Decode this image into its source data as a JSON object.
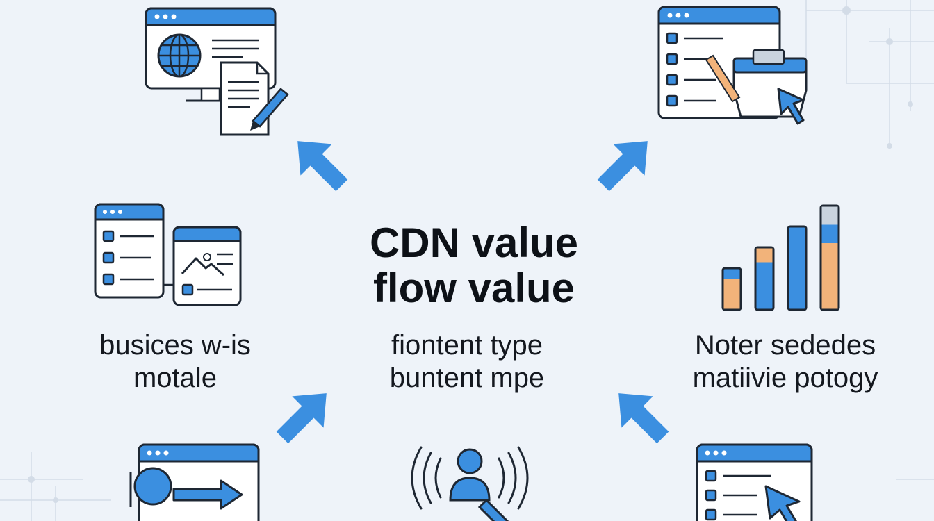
{
  "center": {
    "title_line1": "CDN value",
    "title_line2": "flow value",
    "subtitle_line1": "fiontent type",
    "subtitle_line2": "buntent mpe"
  },
  "left": {
    "line1": "busices w-is",
    "line2": "motale"
  },
  "right": {
    "line1": "Noter sededes",
    "line2": "matiivie potogy"
  },
  "colors": {
    "accent_blue": "#3b8fe0",
    "stroke": "#1e2733",
    "orange": "#f2b37a",
    "background": "#eef3f9"
  },
  "chart_data": {
    "type": "bar",
    "series": [
      {
        "name": "",
        "values": [
          2,
          3,
          4,
          5
        ],
        "color": "#3b8fe0"
      },
      {
        "name": "",
        "values": [
          1.5,
          2.2,
          0,
          3.2
        ],
        "color": "#f2b37a"
      }
    ]
  }
}
